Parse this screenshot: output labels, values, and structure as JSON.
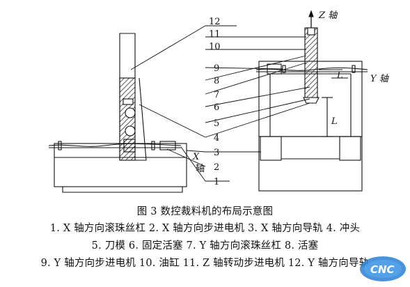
{
  "figure": {
    "caption": "图 3  数控裁料机的布局示意图",
    "callouts": [
      "12",
      "11",
      "10",
      "9",
      "8",
      "7",
      "6",
      "5",
      "4",
      "3",
      "2",
      "1"
    ],
    "axis_labels": {
      "z": "Z 轴",
      "y": "Y 轴",
      "x_top": "X",
      "x_bottom": "轴",
      "l": "L",
      "l_small": "L"
    }
  },
  "legend": {
    "line1": "1. X 轴方向滚珠丝杠  2. X 轴方向步进电机   3. X 轴方向导轨   4.  冲头",
    "line2": "5.  刀模    6.  固定活塞      7. Y 轴方向滚珠丝杠      8.  活塞",
    "line3": "9. Y 轴方向步进电机  10.  油缸  11. Z 轴转动步进电机  12. Y 轴方向导轨"
  },
  "watermark": {
    "text": "CNC"
  },
  "colors": {
    "line": "#111111",
    "hatch": "#333333",
    "watermark_blue": "#2a7fd4"
  }
}
